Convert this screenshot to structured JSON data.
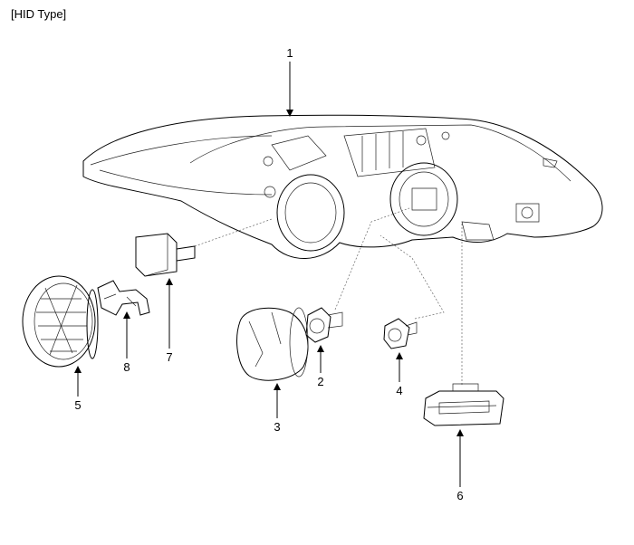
{
  "title": "[HID Type]",
  "callouts": [
    {
      "id": "1"
    },
    {
      "id": "2"
    },
    {
      "id": "3"
    },
    {
      "id": "4"
    },
    {
      "id": "5"
    },
    {
      "id": "6"
    },
    {
      "id": "7"
    },
    {
      "id": "8"
    }
  ]
}
